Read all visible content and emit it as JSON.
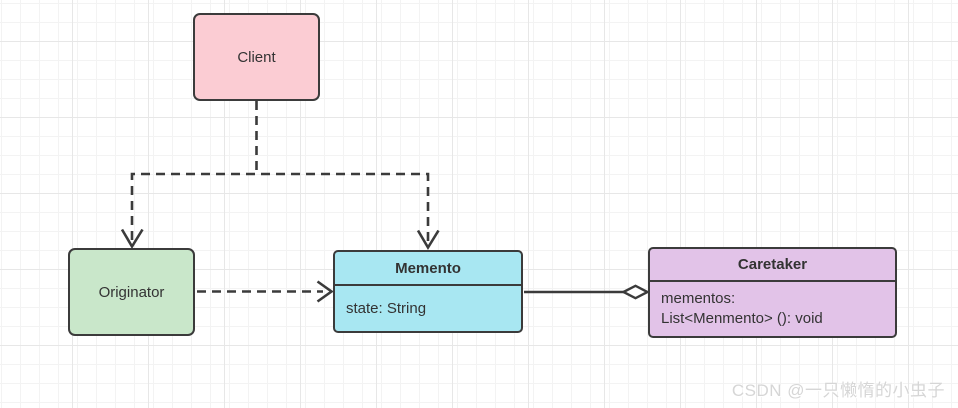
{
  "diagram": {
    "type": "uml-class-diagram",
    "pattern_name": "Memento",
    "stroke_color": "#3b3b3b",
    "nodes": {
      "client": {
        "title": "Client",
        "fill": "#fbccd3"
      },
      "originator": {
        "title": "Originator",
        "fill": "#c9e7ca"
      },
      "memento": {
        "title": "Memento",
        "fill": "#a8e7f2",
        "attributes": [
          "state: String"
        ]
      },
      "caretaker": {
        "title": "Caretaker",
        "fill": "#e2c3e8",
        "attributes": [
          "mementos:",
          "List<Menmento> (): void"
        ]
      }
    },
    "relationships": [
      {
        "from": "Client",
        "to": "Originator",
        "type": "dependency",
        "line": "dashed",
        "marker": "open-arrow"
      },
      {
        "from": "Client",
        "to": "Memento",
        "type": "dependency",
        "line": "dashed",
        "marker": "open-arrow"
      },
      {
        "from": "Originator",
        "to": "Memento",
        "type": "dependency",
        "line": "dashed",
        "marker": "open-arrow"
      },
      {
        "from": "Caretaker",
        "to": "Memento",
        "type": "aggregation",
        "line": "solid",
        "marker": "open-diamond"
      }
    ]
  },
  "watermark": {
    "text": "CSDN @一只懒惰的小虫子",
    "color": "#d6d6d6"
  }
}
